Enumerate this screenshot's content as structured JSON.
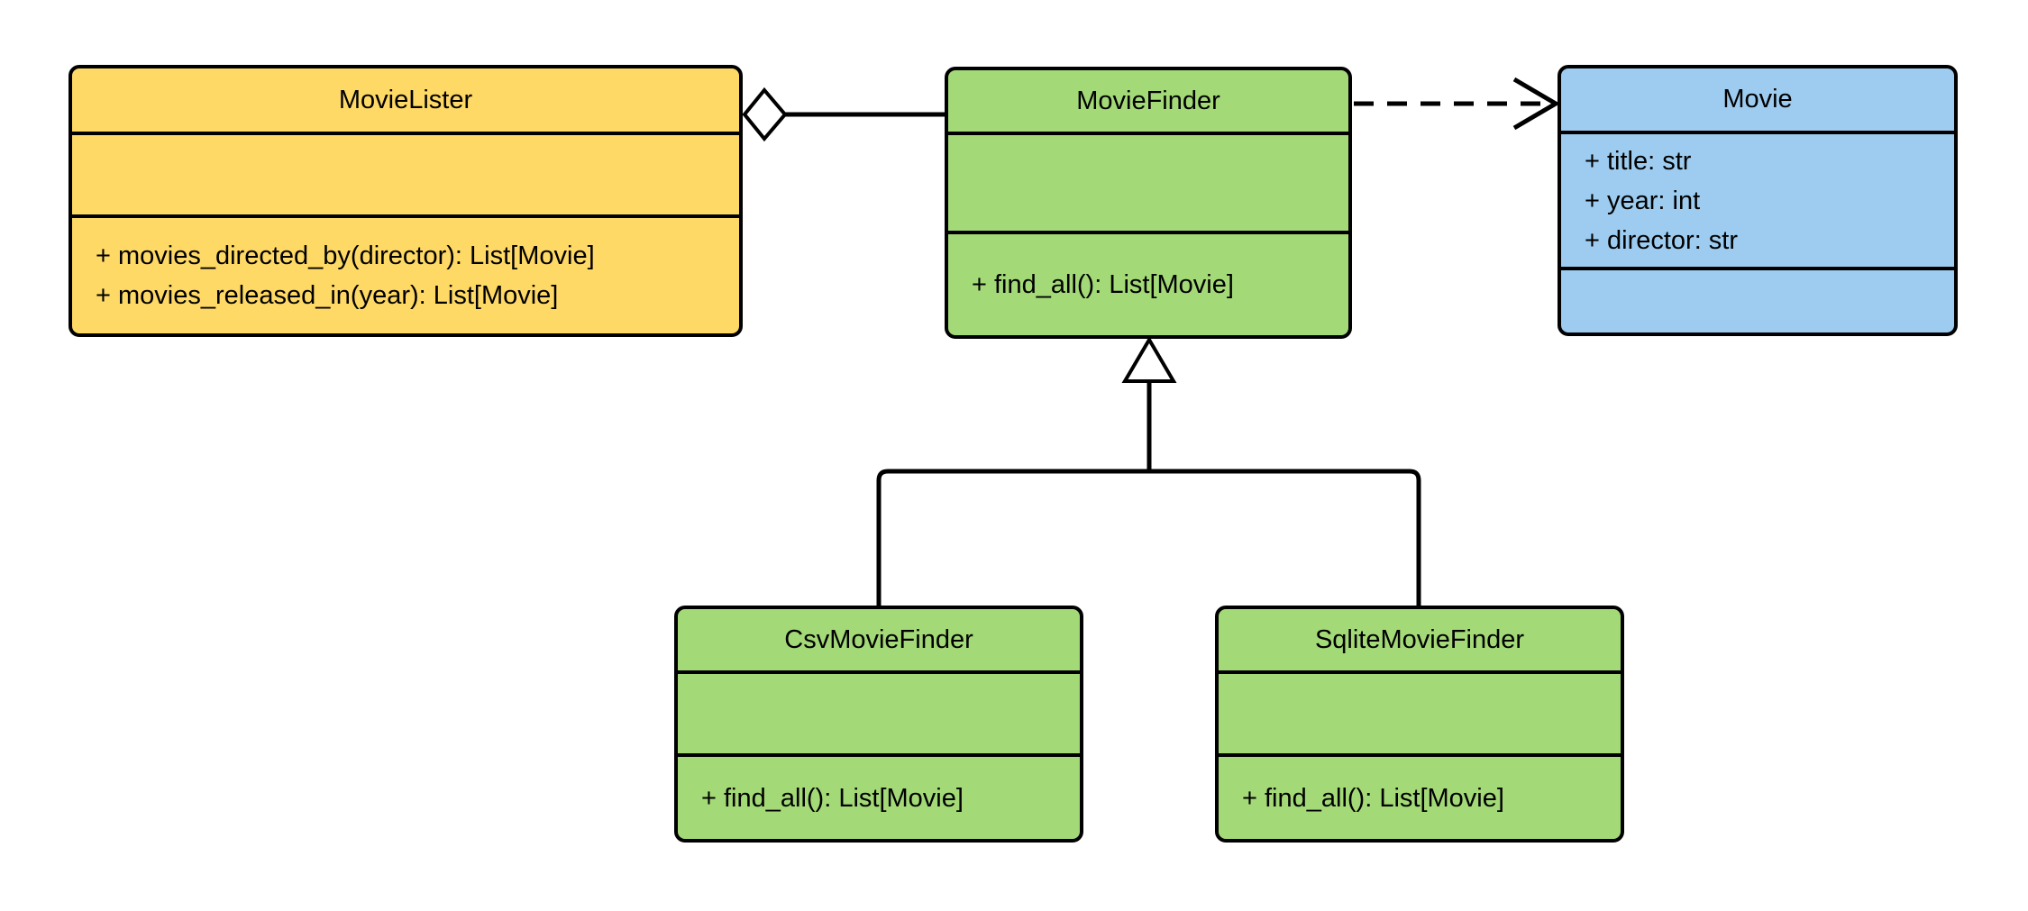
{
  "diagram": {
    "type": "uml-class-diagram",
    "background": "#ffffff"
  },
  "colors": {
    "movie_lister_fill": "#FFD966",
    "finder_fill": "#A3D977",
    "movie_fill": "#9DCCF0",
    "stroke": "#000000",
    "shape_inner_fill": "#FFFFFF"
  },
  "classes": {
    "movie_lister": {
      "name": "MovieLister",
      "attributes": [],
      "methods": [
        "+ movies_directed_by(director): List[Movie]",
        "+ movies_released_in(year): List[Movie]"
      ]
    },
    "movie_finder": {
      "name": "MovieFinder",
      "attributes": [],
      "methods": [
        "+ find_all(): List[Movie]"
      ]
    },
    "movie": {
      "name": "Movie",
      "attributes": [
        "+ title: str",
        "+ year: int",
        "+ director: str"
      ],
      "methods": []
    },
    "csv_movie_finder": {
      "name": "CsvMovieFinder",
      "attributes": [],
      "methods": [
        "+ find_all(): List[Movie]"
      ]
    },
    "sqlite_movie_finder": {
      "name": "SqliteMovieFinder",
      "attributes": [],
      "methods": [
        "+ find_all(): List[Movie]"
      ]
    }
  },
  "relationships": [
    {
      "type": "aggregation",
      "from": "MovieLister",
      "to": "MovieFinder",
      "marker": "hollow-diamond-at-MovieLister",
      "line": "solid"
    },
    {
      "type": "dependency",
      "from": "MovieFinder",
      "to": "Movie",
      "marker": "open-arrow-at-Movie",
      "line": "dashed"
    },
    {
      "type": "generalization",
      "from": "CsvMovieFinder",
      "to": "MovieFinder",
      "marker": "hollow-triangle-at-MovieFinder",
      "line": "solid"
    },
    {
      "type": "generalization",
      "from": "SqliteMovieFinder",
      "to": "MovieFinder",
      "marker": "hollow-triangle-at-MovieFinder",
      "line": "solid"
    }
  ]
}
